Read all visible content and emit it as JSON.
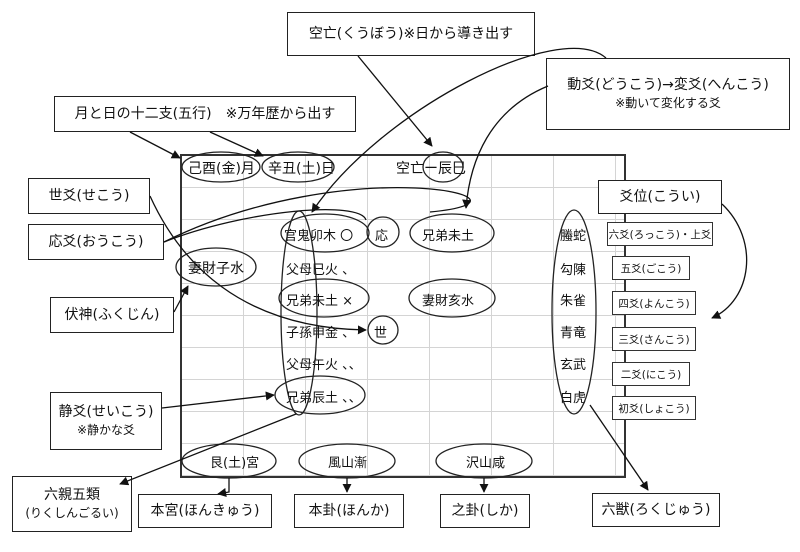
{
  "labels": {
    "kubou": "空亡(くうぼう)※日から導き出す",
    "douko_line1": "動爻(どうこう)→変爻(へんこう)",
    "douko_line2": "※動いて変化する爻",
    "month_day": "月と日の十二支(五行)　※万年歴から出す",
    "seko": "世爻(せこう)",
    "oko": "応爻(おうこう)",
    "fukujin": "伏神(ふくじん)",
    "seiko_line1": "静爻(せいこう)",
    "seiko_line2": "※静かな爻",
    "rikushin_line1": "六親五類",
    "rikushin_line2": "(りくしんごるい)",
    "honkyu": "本宮(ほんきゅう)",
    "honka": "本卦(ほんか)",
    "shika": "之卦(しか)",
    "rokuju": "六獣(ろくじゅう)",
    "koui": "爻位(こうい)"
  },
  "koui_items": [
    "六爻(ろっこう)・上爻",
    "五爻(ごこう)",
    "四爻(よんこう)",
    "三爻(さんこう)",
    "二爻(にこう)",
    "初爻(しょこう)"
  ],
  "grid": {
    "month": "己酉(金)月",
    "day": "辛丑(土)日",
    "kubou_value": "空亡ー辰巳",
    "fukujin_value": "妻財子水",
    "honka_lines": [
      "官鬼卯木 〇",
      "父母巳火 、",
      "兄弟未土 ×",
      "子孫申金 、",
      "父母午火 、、",
      "兄弟辰土 、、"
    ],
    "marker_ou": "応",
    "marker_se": "世",
    "shika_lines": [
      "兄弟未土",
      "妻財亥水"
    ],
    "beasts": [
      "螣蛇",
      "勾陳",
      "朱雀",
      "青竜",
      "玄武",
      "白虎"
    ],
    "palace": "艮(土)宮",
    "honka_name": "風山漸",
    "shika_name": "沢山咸"
  }
}
